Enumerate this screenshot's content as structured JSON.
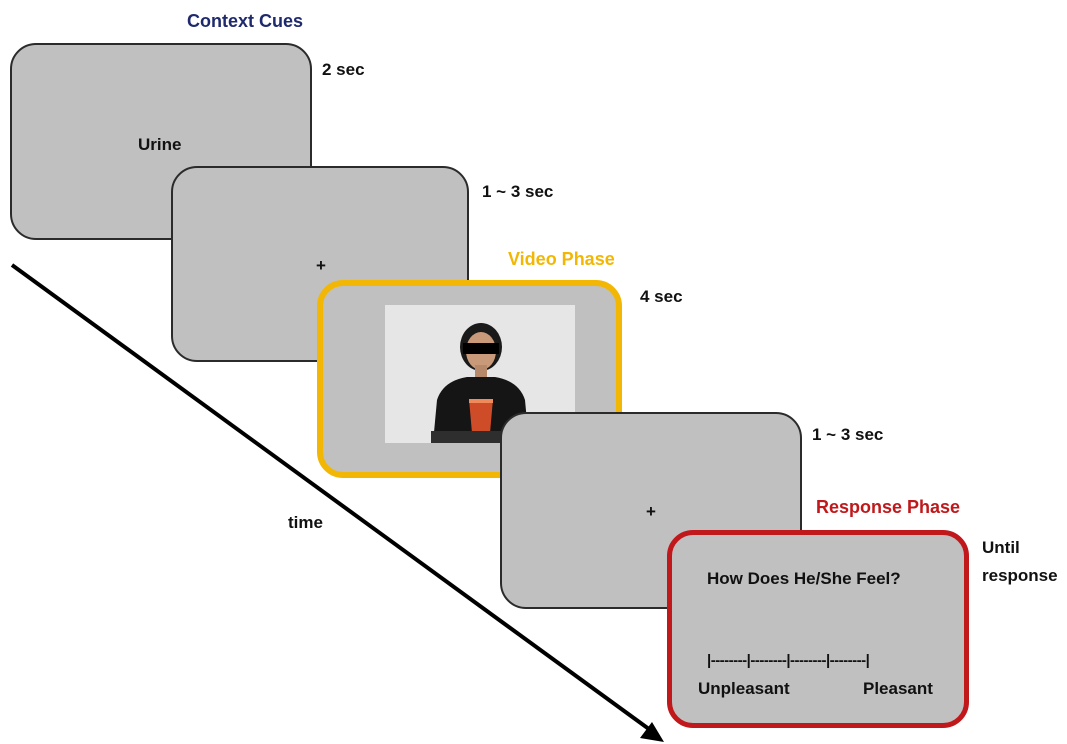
{
  "phases": {
    "context": {
      "label": "Context Cues",
      "color": "#1f2a6e"
    },
    "video": {
      "label": "Video Phase",
      "color": "#f2b705"
    },
    "response": {
      "label": "Response Phase",
      "color": "#c0181b"
    }
  },
  "screens": {
    "cue": {
      "text": "Urine",
      "duration": "2 sec"
    },
    "fixation1": {
      "text": "+",
      "duration": "1 ~ 3 sec"
    },
    "video": {
      "duration": "4 sec"
    },
    "fixation2": {
      "text": "+",
      "duration": "1 ~ 3 sec"
    },
    "response": {
      "question": "How Does He/She Feel?",
      "scale": "|--------|--------|--------|--------|",
      "left_anchor": "Unpleasant",
      "right_anchor": "Pleasant",
      "duration_line1": "Until",
      "duration_line2": "response"
    }
  },
  "time_label": "time"
}
